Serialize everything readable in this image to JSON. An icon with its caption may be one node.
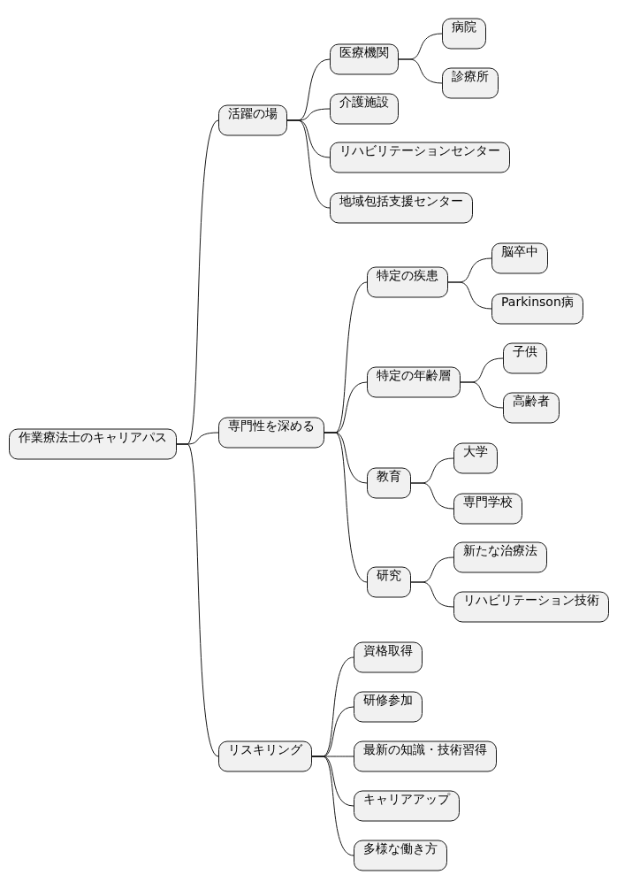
{
  "diagram": {
    "nodes": [
      {
        "text": [
          "作業療法士のキャリアパス"
        ]
      },
      {
        "text": [
          "活躍の場"
        ]
      },
      {
        "text": [
          "医療機関"
        ]
      },
      {
        "text": [
          "病院"
        ]
      },
      {
        "text": [
          "診療所"
        ]
      },
      {
        "text": [
          "介護施設"
        ]
      },
      {
        "text": [
          "リハビリテーションセンター"
        ]
      },
      {
        "text": [
          "地域包括支援センター"
        ]
      },
      {
        "text": [
          "専門性を深める"
        ]
      },
      {
        "text": [
          "特定の疾患"
        ]
      },
      {
        "text": [
          "脳卒中"
        ]
      },
      {
        "text": [
          "Parkinson病"
        ]
      },
      {
        "text": [
          "特定の年齢層"
        ]
      },
      {
        "text": [
          "子供"
        ]
      },
      {
        "text": [
          "高齢者"
        ]
      },
      {
        "text": [
          "教育"
        ]
      },
      {
        "text": [
          "大学"
        ]
      },
      {
        "text": [
          "専門学校"
        ]
      },
      {
        "text": [
          "研究"
        ]
      },
      {
        "text": [
          "新たな治療法"
        ]
      },
      {
        "text": [
          "リハビリテーション技術"
        ]
      },
      {
        "text": [
          "リスキリング"
        ]
      },
      {
        "text": [
          "資格取得"
        ]
      },
      {
        "text": [
          "研修参加"
        ]
      },
      {
        "text": [
          "最新の知識・技術習得"
        ]
      },
      {
        "text": [
          "キャリアアップ"
        ]
      },
      {
        "text": [
          "多様な働き方"
        ]
      }
    ],
    "edges": [
      {
        "from": 0,
        "to": 1,
        "arrow": "none"
      },
      {
        "from": 1,
        "to": 2,
        "arrow": "none"
      },
      {
        "from": 2,
        "to": 3,
        "arrow": "none"
      },
      {
        "from": 2,
        "to": 4,
        "arrow": "none"
      },
      {
        "from": 1,
        "to": 5,
        "arrow": "none"
      },
      {
        "from": 1,
        "to": 6,
        "arrow": "none"
      },
      {
        "from": 1,
        "to": 7,
        "arrow": "none"
      },
      {
        "from": 0,
        "to": 8,
        "arrow": "none"
      },
      {
        "from": 8,
        "to": 9,
        "arrow": "none"
      },
      {
        "from": 9,
        "to": 10,
        "arrow": "none"
      },
      {
        "from": 9,
        "to": 11,
        "arrow": "none"
      },
      {
        "from": 8,
        "to": 12,
        "arrow": "none"
      },
      {
        "from": 12,
        "to": 13,
        "arrow": "none"
      },
      {
        "from": 12,
        "to": 14,
        "arrow": "none"
      },
      {
        "from": 8,
        "to": 15,
        "arrow": "none"
      },
      {
        "from": 15,
        "to": 16,
        "arrow": "none"
      },
      {
        "from": 15,
        "to": 17,
        "arrow": "none"
      },
      {
        "from": 8,
        "to": 18,
        "arrow": "none"
      },
      {
        "from": 18,
        "to": 19,
        "arrow": "none"
      },
      {
        "from": 18,
        "to": 20,
        "arrow": "none"
      },
      {
        "from": 0,
        "to": 21,
        "arrow": "none"
      },
      {
        "from": 21,
        "to": 22,
        "arrow": "none"
      },
      {
        "from": 21,
        "to": 23,
        "arrow": "none"
      },
      {
        "from": 21,
        "to": 24,
        "arrow": "none"
      },
      {
        "from": 21,
        "to": 25,
        "arrow": "none"
      },
      {
        "from": 21,
        "to": 26,
        "arrow": "none"
      }
    ]
  }
}
